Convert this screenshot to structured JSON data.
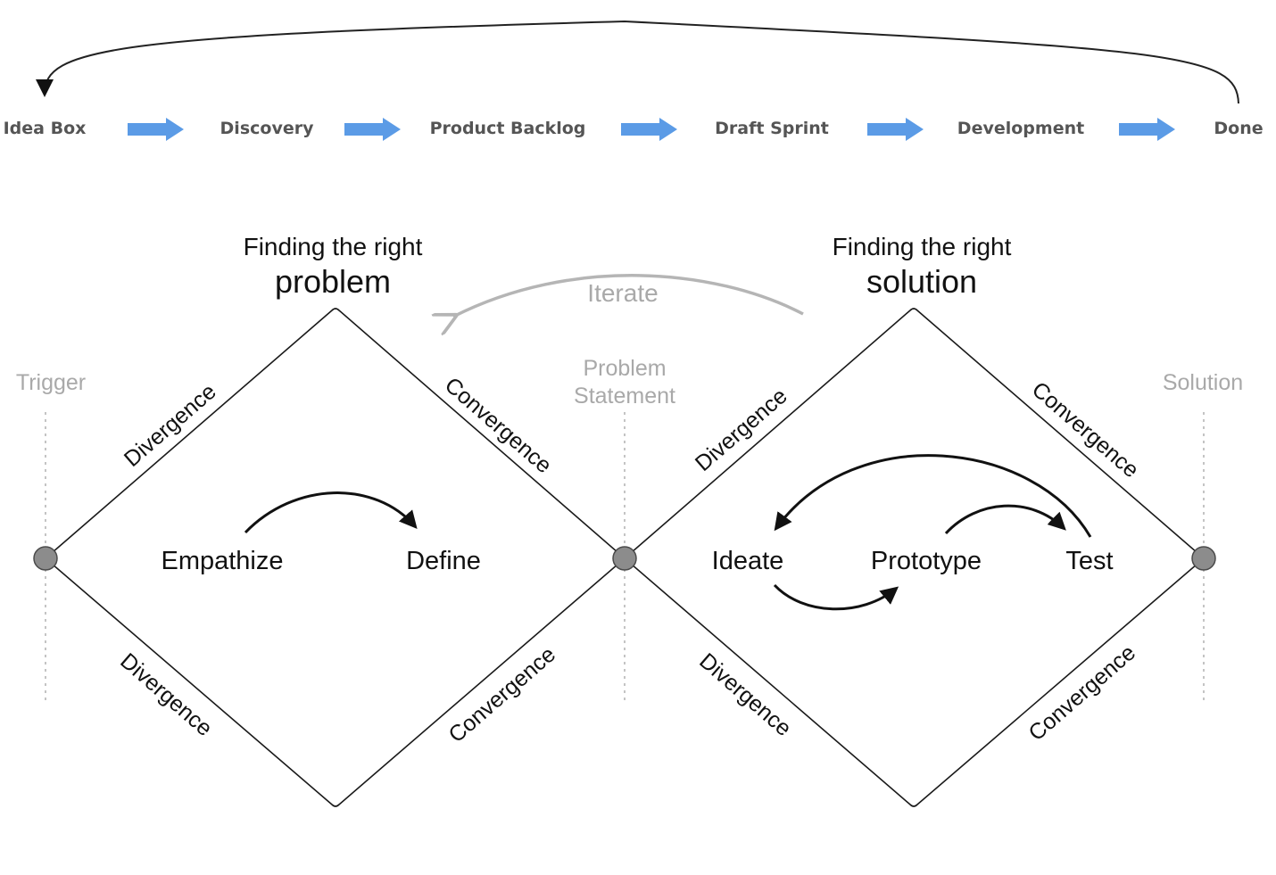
{
  "pipeline": {
    "stages": [
      "Idea Box",
      "Discovery",
      "Product Backlog",
      "Draft Sprint",
      "Development",
      "Done"
    ],
    "arrow_color": "#5b9be6"
  },
  "problem_diamond": {
    "title_line1": "Finding the right",
    "title_line2": "problem",
    "upper_left": "Divergence",
    "upper_right": "Convergence",
    "lower_left": "Divergence",
    "lower_right": "Convergence",
    "stage_left": "Empathize",
    "stage_right": "Define"
  },
  "solution_diamond": {
    "title_line1": "Finding the right",
    "title_line2": "solution",
    "upper_left": "Divergence",
    "upper_right": "Convergence",
    "lower_left": "Divergence",
    "lower_right": "Convergence",
    "stage_left": "Ideate",
    "stage_middle": "Prototype",
    "stage_right": "Test"
  },
  "milestones": {
    "trigger": "Trigger",
    "problem_line1": "Problem",
    "problem_line2": "Statement",
    "solution": "Solution"
  },
  "iterate_label": "Iterate",
  "colors": {
    "node_fill": "#8c8c8c",
    "muted_text": "#a9a9a9",
    "line": "#1a1a1a"
  }
}
